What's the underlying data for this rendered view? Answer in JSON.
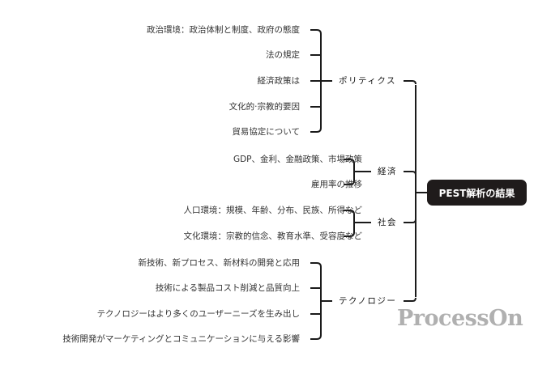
{
  "root": {
    "label": "PEST解析の結果"
  },
  "branches": [
    {
      "label": "ポリティクス",
      "items": [
        "政治環境：政治体制と制度、政府の態度",
        "法の規定",
        "経済政策は",
        "文化的·宗教的要因",
        "貿易協定について"
      ]
    },
    {
      "label": "経済",
      "items": [
        "GDP、金利、金融政策、市場政策",
        "雇用率の推移"
      ]
    },
    {
      "label": "社会",
      "items": [
        "人口環境：規模、年齢、分布、民族、所得など",
        "文化環境：宗教的信念、教育水準、受容度など"
      ]
    },
    {
      "label": "テクノロジー",
      "items": [
        "新技術、新プロセス、新材料の開発と応用",
        "技術による製品コスト削減と品質向上",
        "テクノロジーはより多くのユーザーニーズを生み出し",
        "技術開発がマーケティングとコミュニケーションに与える影響"
      ]
    }
  ],
  "watermark": "ProcessOn",
  "colors": {
    "root_bg": "#1f1b1b",
    "line": "#1a1a1a",
    "text": "#333333",
    "watermark": "#b0b0b0"
  }
}
